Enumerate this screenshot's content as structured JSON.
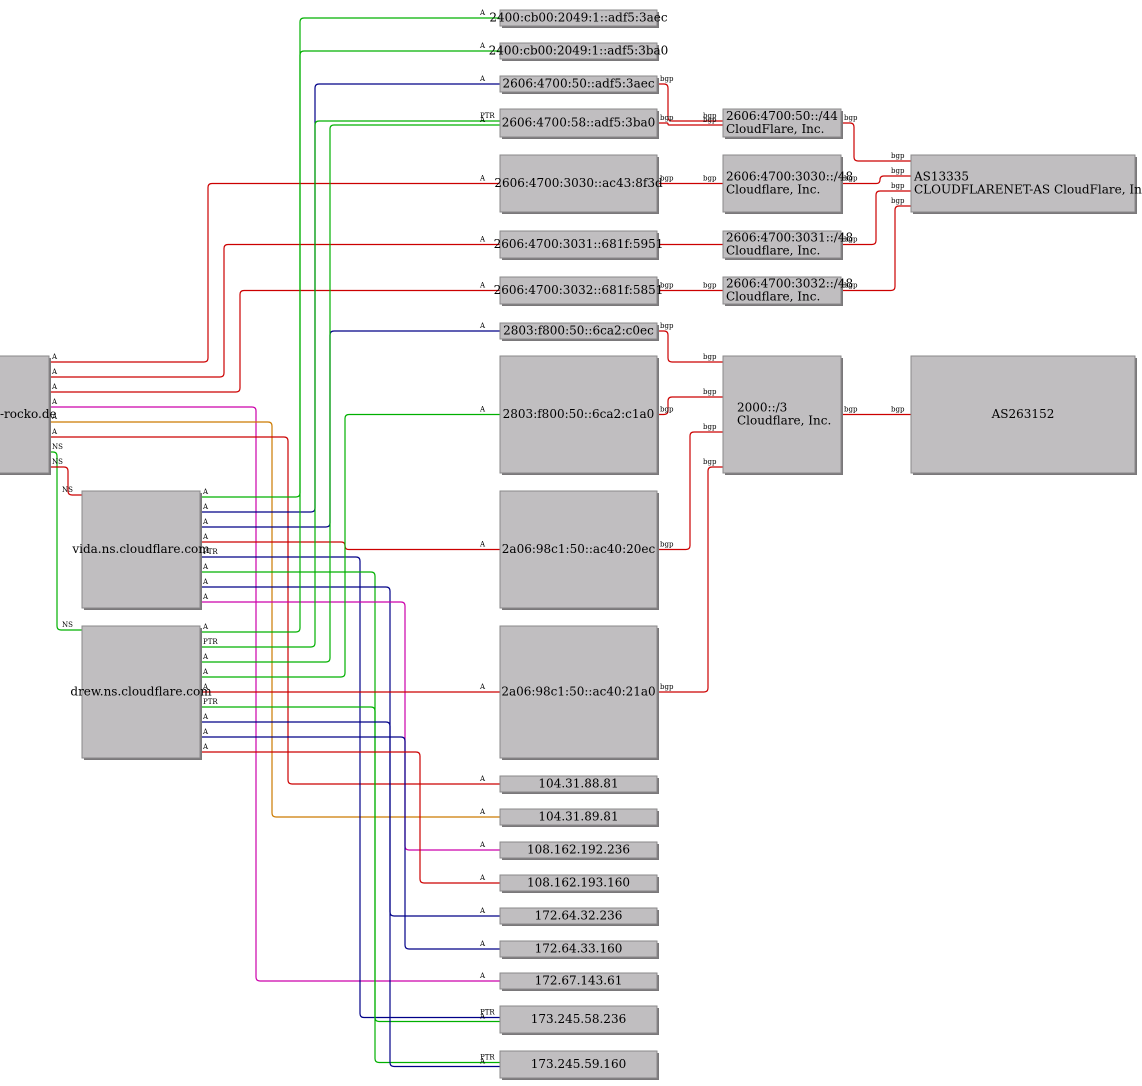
{
  "colors": {
    "A": "#cc0000",
    "A_green": "#00b000",
    "A_blue": "#000088",
    "A_magenta": "#cc00aa",
    "A_orange": "#cc7a00",
    "bgp": "#cc0000",
    "NS": "#00b000"
  },
  "nodes": [
    {
      "id": "domain",
      "lines": [
        "-rocko.de"
      ]
    },
    {
      "id": "vida",
      "lines": [
        "vida.ns.cloudflare.com"
      ]
    },
    {
      "id": "drew",
      "lines": [
        "drew.ns.cloudflare.com"
      ]
    },
    {
      "id": "ip6_1",
      "lines": [
        "2400:cb00:2049:1::adf5:3aec"
      ]
    },
    {
      "id": "ip6_2",
      "lines": [
        "2400:cb00:2049:1::adf5:3ba0"
      ]
    },
    {
      "id": "ip6_3",
      "lines": [
        "2606:4700:50::adf5:3aec"
      ]
    },
    {
      "id": "ip6_4",
      "lines": [
        "2606:4700:58::adf5:3ba0"
      ]
    },
    {
      "id": "ip6_5",
      "lines": [
        "2606:4700:3030::ac43:8f3d"
      ]
    },
    {
      "id": "ip6_6",
      "lines": [
        "2606:4700:3031::681f:5951"
      ]
    },
    {
      "id": "ip6_7",
      "lines": [
        "2606:4700:3032::681f:5851"
      ]
    },
    {
      "id": "ip6_8",
      "lines": [
        "2803:f800:50::6ca2:c0ec"
      ]
    },
    {
      "id": "ip6_9",
      "lines": [
        "2803:f800:50::6ca2:c1a0"
      ]
    },
    {
      "id": "ip6_10",
      "lines": [
        "2a06:98c1:50::ac40:20ec"
      ]
    },
    {
      "id": "ip6_11",
      "lines": [
        "2a06:98c1:50::ac40:21a0"
      ]
    },
    {
      "id": "ip4_1",
      "lines": [
        "104.31.88.81"
      ]
    },
    {
      "id": "ip4_2",
      "lines": [
        "104.31.89.81"
      ]
    },
    {
      "id": "ip4_3",
      "lines": [
        "108.162.192.236"
      ]
    },
    {
      "id": "ip4_4",
      "lines": [
        "108.162.193.160"
      ]
    },
    {
      "id": "ip4_5",
      "lines": [
        "172.64.32.236"
      ]
    },
    {
      "id": "ip4_6",
      "lines": [
        "172.64.33.160"
      ]
    },
    {
      "id": "ip4_7",
      "lines": [
        "172.67.143.61"
      ]
    },
    {
      "id": "ip4_8",
      "lines": [
        "173.245.58.236"
      ]
    },
    {
      "id": "ip4_9",
      "lines": [
        "173.245.59.160"
      ]
    },
    {
      "id": "pfx_1",
      "lines": [
        "2606:4700:50::/44",
        "CloudFlare, Inc."
      ]
    },
    {
      "id": "pfx_2",
      "lines": [
        "2606:4700:3030::/48",
        "Cloudflare, Inc."
      ]
    },
    {
      "id": "pfx_3",
      "lines": [
        "2606:4700:3031::/48",
        "Cloudflare, Inc."
      ]
    },
    {
      "id": "pfx_4",
      "lines": [
        "2606:4700:3032::/48",
        "Cloudflare, Inc."
      ]
    },
    {
      "id": "pfx_5",
      "lines": [
        "2000::/3",
        "Cloudflare, Inc."
      ]
    },
    {
      "id": "as_1",
      "lines": [
        "AS13335",
        "CLOUDFLARENET-AS CloudFlare, Inc."
      ]
    },
    {
      "id": "as_2",
      "lines": [
        "AS263152"
      ]
    }
  ],
  "edges": [
    {
      "from": "domain",
      "to": "ip6_5",
      "label": "A",
      "color": "A"
    },
    {
      "from": "domain",
      "to": "ip6_6",
      "label": "A",
      "color": "A"
    },
    {
      "from": "domain",
      "to": "ip6_7",
      "label": "A",
      "color": "A"
    },
    {
      "from": "domain",
      "to": "ip4_7",
      "label": "A",
      "color": "A_magenta"
    },
    {
      "from": "domain",
      "to": "ip4_2",
      "label": "A",
      "color": "A_orange"
    },
    {
      "from": "domain",
      "to": "ip4_1",
      "label": "A",
      "color": "A"
    },
    {
      "from": "domain",
      "to": "drew",
      "label": "NS",
      "color": "NS"
    },
    {
      "from": "domain",
      "to": "vida",
      "label": "NS",
      "color": "A"
    },
    {
      "from": "vida",
      "to": "ip6_1",
      "label": "A",
      "color": "A_green"
    },
    {
      "from": "vida",
      "to": "ip6_3",
      "label": "A",
      "color": "A_blue"
    },
    {
      "from": "vida",
      "to": "ip6_8",
      "label": "A",
      "color": "A_blue"
    },
    {
      "from": "vida",
      "to": "ip6_10",
      "label": "A",
      "color": "A"
    },
    {
      "from": "vida",
      "to": "ip4_8",
      "label": "PTR",
      "color": "A_blue"
    },
    {
      "from": "vida",
      "to": "ip4_8",
      "label": "A",
      "color": "A_green"
    },
    {
      "from": "vida",
      "to": "ip4_5",
      "label": "A",
      "color": "A_blue"
    },
    {
      "from": "vida",
      "to": "ip4_3",
      "label": "A",
      "color": "A_magenta"
    },
    {
      "from": "drew",
      "to": "ip6_2",
      "label": "A",
      "color": "A_green"
    },
    {
      "from": "drew",
      "to": "ip6_4",
      "label": "PTR",
      "color": "A_green"
    },
    {
      "from": "drew",
      "to": "ip6_4",
      "label": "A",
      "color": "A_green"
    },
    {
      "from": "drew",
      "to": "ip6_9",
      "label": "A",
      "color": "A_green"
    },
    {
      "from": "drew",
      "to": "ip6_11",
      "label": "A",
      "color": "A"
    },
    {
      "from": "drew",
      "to": "ip4_9",
      "label": "PTR",
      "color": "A_green"
    },
    {
      "from": "drew",
      "to": "ip4_9",
      "label": "A",
      "color": "A_blue"
    },
    {
      "from": "drew",
      "to": "ip4_6",
      "label": "A",
      "color": "A_blue"
    },
    {
      "from": "drew",
      "to": "ip4_4",
      "label": "A",
      "color": "A"
    },
    {
      "from": "ip6_3",
      "to": "pfx_1",
      "label": "bgp",
      "color": "bgp"
    },
    {
      "from": "ip6_4",
      "to": "pfx_1",
      "label": "bgp",
      "color": "bgp"
    },
    {
      "from": "ip6_5",
      "to": "pfx_2",
      "label": "bgp",
      "color": "bgp"
    },
    {
      "from": "ip6_6",
      "to": "pfx_3",
      "label": "",
      "color": "bgp"
    },
    {
      "from": "ip6_7",
      "to": "pfx_4",
      "label": "bgp",
      "color": "bgp"
    },
    {
      "from": "ip6_8",
      "to": "pfx_5",
      "label": "bgp",
      "color": "bgp"
    },
    {
      "from": "ip6_9",
      "to": "pfx_5",
      "label": "bgp",
      "color": "bgp"
    },
    {
      "from": "ip6_10",
      "to": "pfx_5",
      "label": "bgp",
      "color": "bgp"
    },
    {
      "from": "ip6_11",
      "to": "pfx_5",
      "label": "bgp",
      "color": "bgp"
    },
    {
      "from": "pfx_1",
      "to": "as_1",
      "label": "bgp",
      "color": "bgp"
    },
    {
      "from": "pfx_2",
      "to": "as_1",
      "label": "bgp",
      "color": "bgp"
    },
    {
      "from": "pfx_3",
      "to": "as_1",
      "label": "bgp",
      "color": "bgp"
    },
    {
      "from": "pfx_4",
      "to": "as_1",
      "label": "bgp",
      "color": "bgp"
    },
    {
      "from": "pfx_5",
      "to": "as_2",
      "label": "bgp",
      "color": "bgp"
    }
  ]
}
